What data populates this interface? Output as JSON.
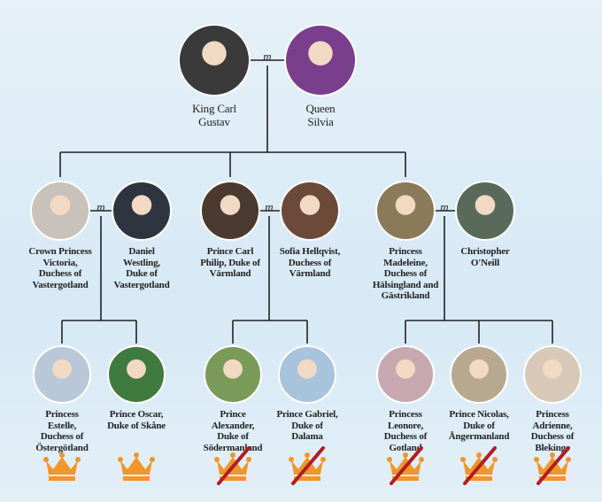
{
  "marriage_symbol": "m",
  "generation1": [
    {
      "name": "King Carl Gustav",
      "lines": [
        "King Carl",
        "Gustav"
      ],
      "photo_color": "#3a3a3a"
    },
    {
      "name": "Queen Silvia",
      "lines": [
        "Queen",
        "Silvia"
      ],
      "photo_color": "#7a3f8c"
    }
  ],
  "generation2": [
    {
      "lines": [
        "Crown Princess",
        "Victoria,",
        "Duchess of",
        "Vastergotland"
      ],
      "photo_color": "#c9c2bb"
    },
    {
      "lines": [
        "Daniel",
        "Westling,",
        "Duke of",
        "Vastergotland"
      ],
      "photo_color": "#2e3440"
    },
    {
      "lines": [
        "Prince Carl",
        "Philip, Duke of",
        "Värmland"
      ],
      "photo_color": "#4a3a30"
    },
    {
      "lines": [
        "Sofia Hellqvist,",
        "Duchess of",
        "Värmland"
      ],
      "photo_color": "#6b4a3a"
    },
    {
      "lines": [
        "Princess",
        "Madeleine,",
        "Duchess of",
        "Hälsingland and",
        "Gästrikland"
      ],
      "photo_color": "#8a7a5a"
    },
    {
      "lines": [
        "Christopher",
        "O'Neill"
      ],
      "photo_color": "#5a6a5a"
    }
  ],
  "generation3": [
    {
      "lines": [
        "Princess",
        "Estelle,",
        "Duchess of",
        "Östergötland"
      ],
      "photo_color": "#b9c8d8",
      "royal_highness": true
    },
    {
      "lines": [
        "Prince Oscar,",
        "Duke of Skåne"
      ],
      "photo_color": "#3f7a3f",
      "royal_highness": true
    },
    {
      "lines": [
        "Prince",
        "Alexander,",
        "Duke of",
        "Södermanland"
      ],
      "photo_color": "#7a9a5a",
      "royal_highness": false
    },
    {
      "lines": [
        "Prince Gabriel,",
        "Duke of",
        "Dalama"
      ],
      "photo_color": "#a8c4dc",
      "royal_highness": false
    },
    {
      "lines": [
        "Princess",
        "Leonore,",
        "Duchess of",
        "Gotland"
      ],
      "photo_color": "#c8a8b0",
      "royal_highness": false
    },
    {
      "lines": [
        "Prince Nicolas,",
        "Duke of",
        "Ångermanland"
      ],
      "photo_color": "#b8a890",
      "royal_highness": false
    },
    {
      "lines": [
        "Princess",
        "Adrienne,",
        "Duchess of",
        "Blekinge"
      ],
      "photo_color": "#d8c8b8",
      "royal_highness": false
    }
  ],
  "colors": {
    "crown": "#f0962a",
    "strike": "#b01e23",
    "line": "#222222"
  }
}
